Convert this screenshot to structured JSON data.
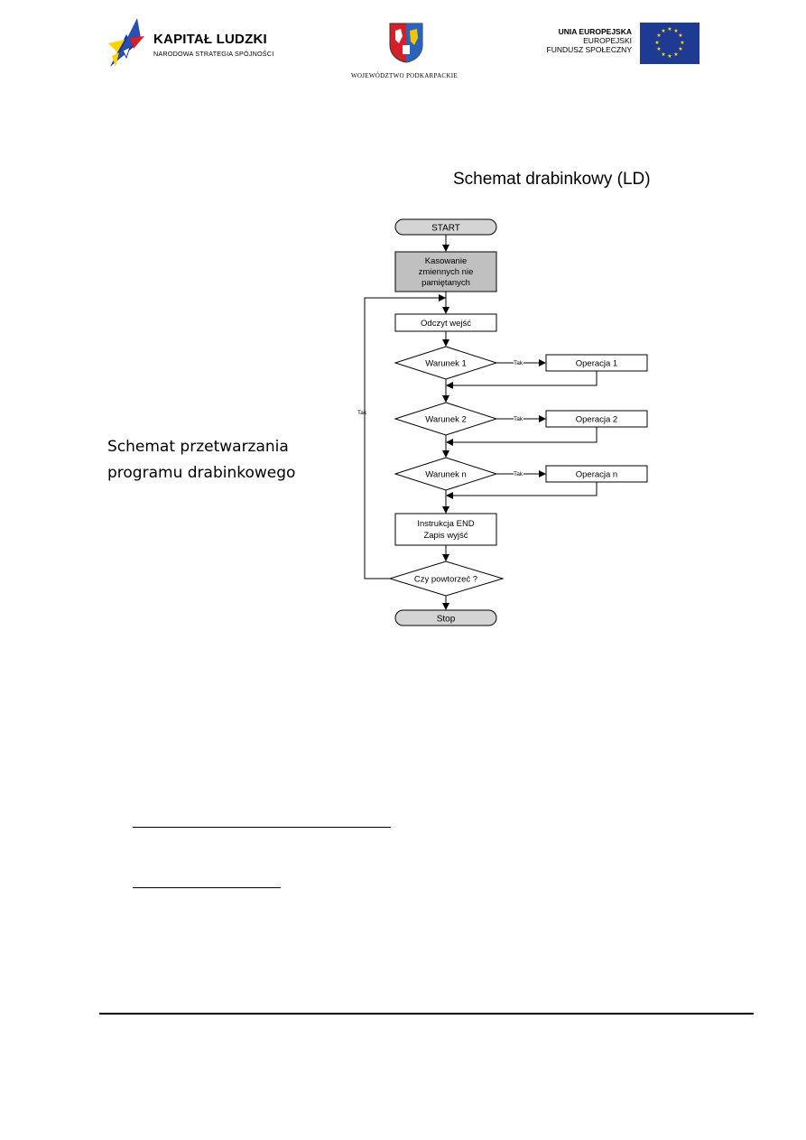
{
  "header": {
    "kapital_title": "KAPITAŁ LUDZKI",
    "kapital_subtitle": "NARODOWA STRATEGIA SPÓJNOŚCI",
    "wojewodztwo": "WOJEWÓDZTWO PODKARPACKIE",
    "ue_line1": "UNIA EUROPEJSKA",
    "ue_line2": "EUROPEJSKI",
    "ue_line3": "FUNDUSZ SPOŁECZNY"
  },
  "section_title": "Schemat drabinkowy (LD)",
  "caption": {
    "line1": "Schemat przetwarzania",
    "line2": "programu drabinkowego"
  },
  "flowchart": {
    "start": "START",
    "reset_line1": "Kasowanie",
    "reset_line2": "zmiennych nie",
    "reset_line3": "pamiętanych",
    "read_inputs": "Odczyt wejść",
    "cond1": "Warunek 1",
    "cond2": "Warunek 2",
    "condn": "Warunek n",
    "op1": "Operacja 1",
    "op2": "Operacja 2",
    "opn": "Operacja n",
    "yes1": "Tak",
    "yes2": "Tak",
    "yesn": "Tak",
    "loop_yes": "Tak",
    "end_line1": "Instrukcja END",
    "end_line2": "Zapis wyjść",
    "repeat": "Czy powtorzeć ?",
    "stop": "Stop"
  },
  "colors": {
    "terminal_fill": "#d4d4d4",
    "reset_fill": "#c0c0c0",
    "box_fill": "#ffffff",
    "eu_blue": "#1e3a93",
    "eu_star": "#ffdd00",
    "crest_red": "#d4202a"
  }
}
